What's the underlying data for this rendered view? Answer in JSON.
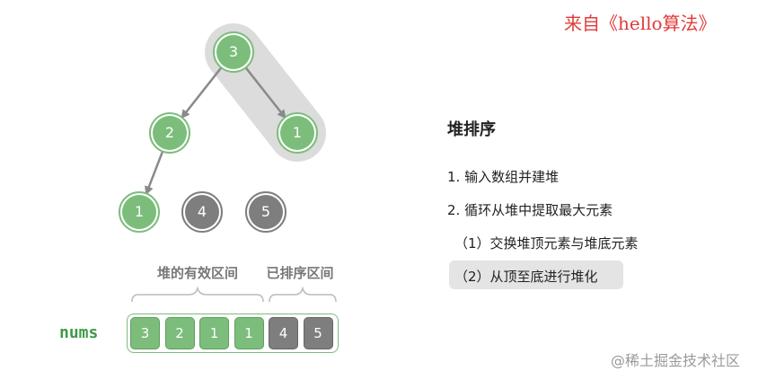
{
  "source_note": "来自《hello算法》",
  "tree": {
    "nodes": [
      {
        "id": "root",
        "value": "3",
        "state": "heap"
      },
      {
        "id": "left",
        "value": "2",
        "state": "heap"
      },
      {
        "id": "right",
        "value": "1",
        "state": "heap"
      },
      {
        "id": "left-left",
        "value": "1",
        "state": "heap"
      },
      {
        "id": "sorted-a",
        "value": "4",
        "state": "sorted"
      },
      {
        "id": "sorted-b",
        "value": "5",
        "state": "sorted"
      }
    ],
    "edges": [
      {
        "from": "root",
        "to": "left"
      },
      {
        "from": "root",
        "to": "right"
      },
      {
        "from": "left",
        "to": "left-left"
      }
    ],
    "highlighted_path": [
      "root",
      "right"
    ]
  },
  "regions": {
    "heap_label": "堆的有效区间",
    "sorted_label": "已排序区间"
  },
  "array": {
    "label": "nums",
    "cells": [
      {
        "value": "3",
        "state": "heap"
      },
      {
        "value": "2",
        "state": "heap"
      },
      {
        "value": "1",
        "state": "heap"
      },
      {
        "value": "1",
        "state": "heap"
      },
      {
        "value": "4",
        "state": "sorted"
      },
      {
        "value": "5",
        "state": "sorted"
      }
    ]
  },
  "panel": {
    "title": "堆排序",
    "steps": [
      "1. 输入数组并建堆",
      "2. 循环从堆中提取最大元素"
    ],
    "substeps": [
      "（1）交换堆顶元素与堆底元素",
      "（2）从顶至底进行堆化"
    ],
    "active_substep": 1
  },
  "colors": {
    "heap_node": "#7cbd7c",
    "sorted_node": "#7e7e7e",
    "highlight": "#dcdcdc",
    "accent_red": "#e03a3a",
    "nums_green": "#3f9a48"
  },
  "watermark": "@稀土掘金技术社区"
}
